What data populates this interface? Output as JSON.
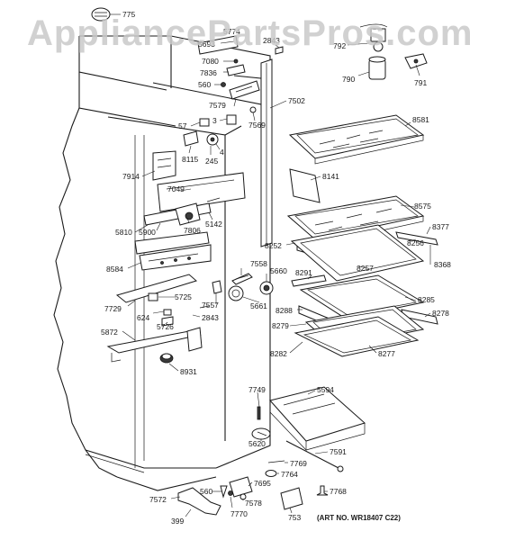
{
  "watermark": "AppliancePartsPros.com",
  "art_number": "(ART NO. WR18407 C22)",
  "part_numbers": {
    "p775": "775",
    "p5693": "5693",
    "p5774": "5774",
    "p2843a": "2843",
    "p792": "792",
    "p7080": "7080",
    "p7836": "7836",
    "p560a": "560",
    "p7579": "7579",
    "p7569": "7569",
    "p790": "790",
    "p791": "791",
    "p7502": "7502",
    "p57": "57",
    "p3": "3",
    "p8581": "8581",
    "p8115": "8115",
    "p245": "245",
    "p4": "4",
    "p7914": "7914",
    "p8141": "8141",
    "p7049": "7049",
    "p8575": "8575",
    "p8377": "8377",
    "p7806": "7806",
    "p5142": "5142",
    "p5810": "5810",
    "p5900": "5900",
    "p8256": "8256",
    "p8252": "8252",
    "p8368": "8368",
    "p8257": "8257",
    "p8584": "8584",
    "p7558": "7558",
    "p5660": "5660",
    "p8291": "8291",
    "p5725": "5725",
    "p7557": "7557",
    "p5661": "5661",
    "p8285": "8285",
    "p7729": "7729",
    "p624": "624",
    "p2843b": "2843",
    "p8288": "8288",
    "p8278": "8278",
    "p5726": "5726",
    "p8279": "8279",
    "p5872": "5872",
    "p8282": "8282",
    "p8277": "8277",
    "p8931": "8931",
    "p7749": "7749",
    "p5594": "5594",
    "p5620": "5620",
    "p7591": "7591",
    "p7769": "7769",
    "p7764": "7764",
    "p7695": "7695",
    "p560b": "560",
    "p7768": "7768",
    "p7572": "7572",
    "p7578": "7578",
    "p7770": "7770",
    "p753": "753",
    "p399": "399"
  }
}
